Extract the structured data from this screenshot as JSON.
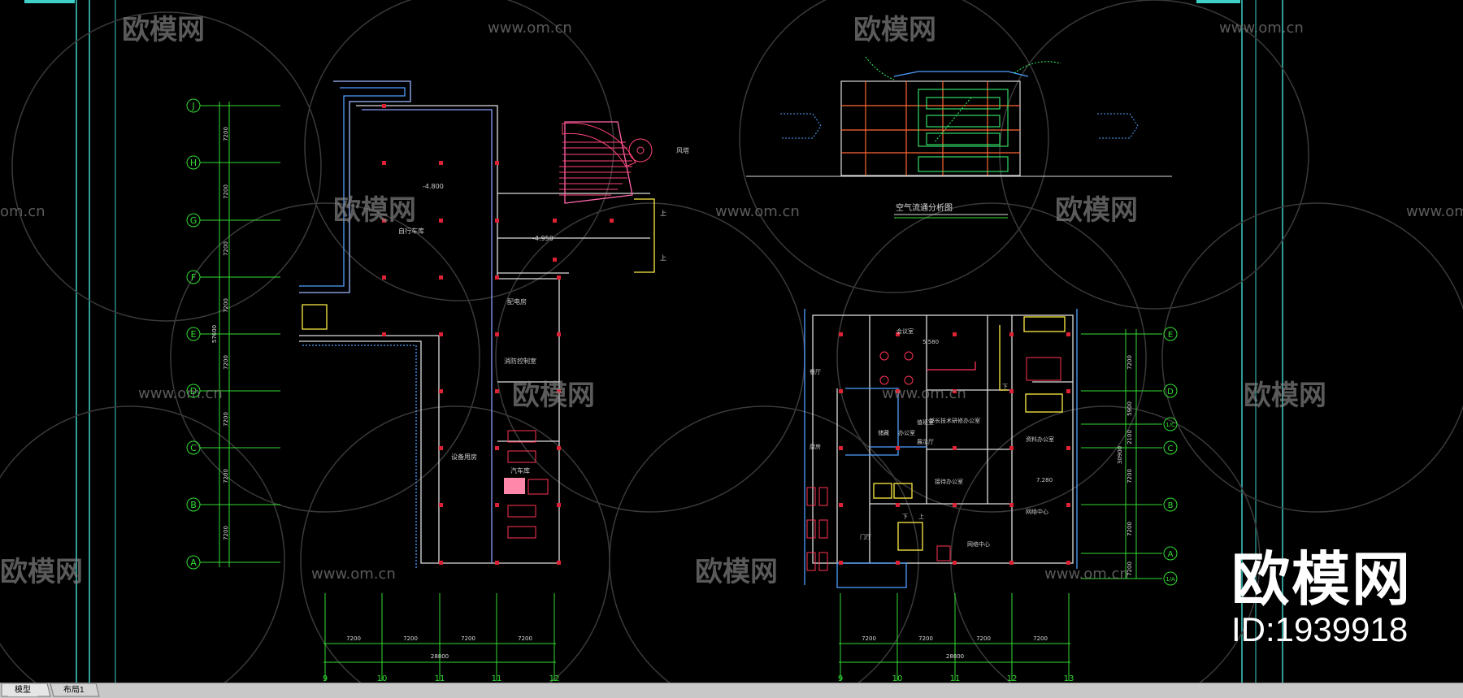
{
  "watermark": {
    "brand": "欧模网",
    "url": "www.om.cn",
    "url_fragment": "om.cn",
    "id_text": "ID:1939918"
  },
  "tabs": [
    {
      "label": "模型",
      "active": true
    },
    {
      "label": "布局1",
      "active": false
    }
  ],
  "drawing": {
    "left_plan": {
      "grid_rows": [
        "J",
        "H",
        "G",
        "F",
        "E",
        "D",
        "C",
        "B",
        "A"
      ],
      "row_dims": [
        "7200",
        "7200",
        "7200",
        "7200",
        "7200",
        "7200",
        "7200",
        "7200"
      ],
      "overall_dim": "57600",
      "grid_cols": [
        "9",
        "10",
        "11",
        "11",
        "12"
      ],
      "col_dims": [
        "7200",
        "7200",
        "7200",
        "7200"
      ],
      "col_total": "28800",
      "level_labels": [
        "-4.800",
        "-4.950"
      ],
      "room_labels": [
        "自行车库",
        "配电房",
        "消防控制室",
        "设备用房",
        "汽车库"
      ],
      "stair_labels": [
        "上",
        "上"
      ],
      "north_label": "风塔"
    },
    "section": {
      "title": "空气流通分析图"
    },
    "right_plan": {
      "grid_rows": [
        "E",
        "D",
        "1/C",
        "C",
        "B",
        "A",
        "1/A"
      ],
      "row_dims": [
        "7200",
        "5900",
        "2100",
        "7200",
        "7200",
        "7200"
      ],
      "overall_dim": "30900",
      "grid_cols": [
        "9",
        "10",
        "11",
        "12",
        "13"
      ],
      "col_dims": [
        "7200",
        "7200",
        "7200",
        "7200"
      ],
      "col_total": "28800",
      "level_labels": [
        "5.580",
        "7.280"
      ],
      "room_labels": [
        "会议室",
        "餐厅",
        "厨房",
        "门厅",
        "储藏",
        "办公室",
        "值班室",
        "展示厅",
        "部长技术研修办公室",
        "接待办公室",
        "网络中心",
        "网络中心",
        "资料办公室"
      ],
      "stair_labels": [
        "下",
        "上",
        "下"
      ]
    }
  }
}
